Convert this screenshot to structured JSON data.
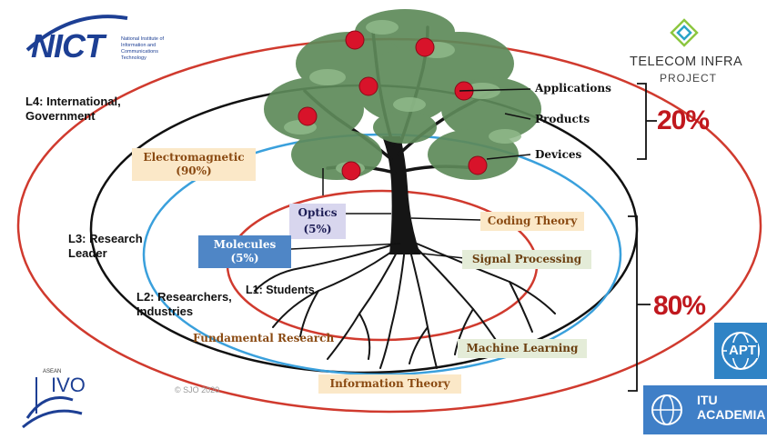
{
  "logos": {
    "nict": {
      "name": "NICT",
      "full_name": "National Institute of Information and Communications Technology",
      "color": "#1d3f94"
    },
    "telecom_infra": {
      "title": "TELECOM INFRA",
      "subtitle": "PROJECT"
    },
    "apt": {
      "name": "APT",
      "color": "#2f83c5"
    },
    "itu_academy": {
      "name": "ITU",
      "subtitle": "ACADEMIA",
      "color": "#3f7fc7"
    },
    "asean_ivo": {
      "top": "ASEAN",
      "name": "IVO"
    }
  },
  "levels": {
    "l4": "L4: International, Government",
    "l3": "L3: Research Leader",
    "l2": "L2: Researchers, Industries",
    "l1": "L1: Students"
  },
  "tree_parts": {
    "applications": "Applications",
    "products": "Products",
    "devices": "Devices"
  },
  "topics": {
    "electromagnetic": {
      "name": "Electromagnetic",
      "pct": "(90%)"
    },
    "optics": {
      "name": "Optics",
      "pct": "(5%)"
    },
    "molecules": {
      "name": "Molecules",
      "pct": "(5%)"
    },
    "coding_theory": "Coding Theory",
    "signal_processing": "Signal Processing",
    "fundamental_research": "Fundamental Research",
    "machine_learning": "Machine Learning",
    "information_theory": "Information Theory"
  },
  "percentages": {
    "top": "20%",
    "bottom": "80%"
  },
  "copyright": "© SJO 2020",
  "colors": {
    "ring_outer": "#d03a2e",
    "ring_l3": "#111111",
    "ring_l2": "#3aa0dc",
    "ring_l1": "#d03a2e",
    "accent_red": "#c0181e"
  }
}
